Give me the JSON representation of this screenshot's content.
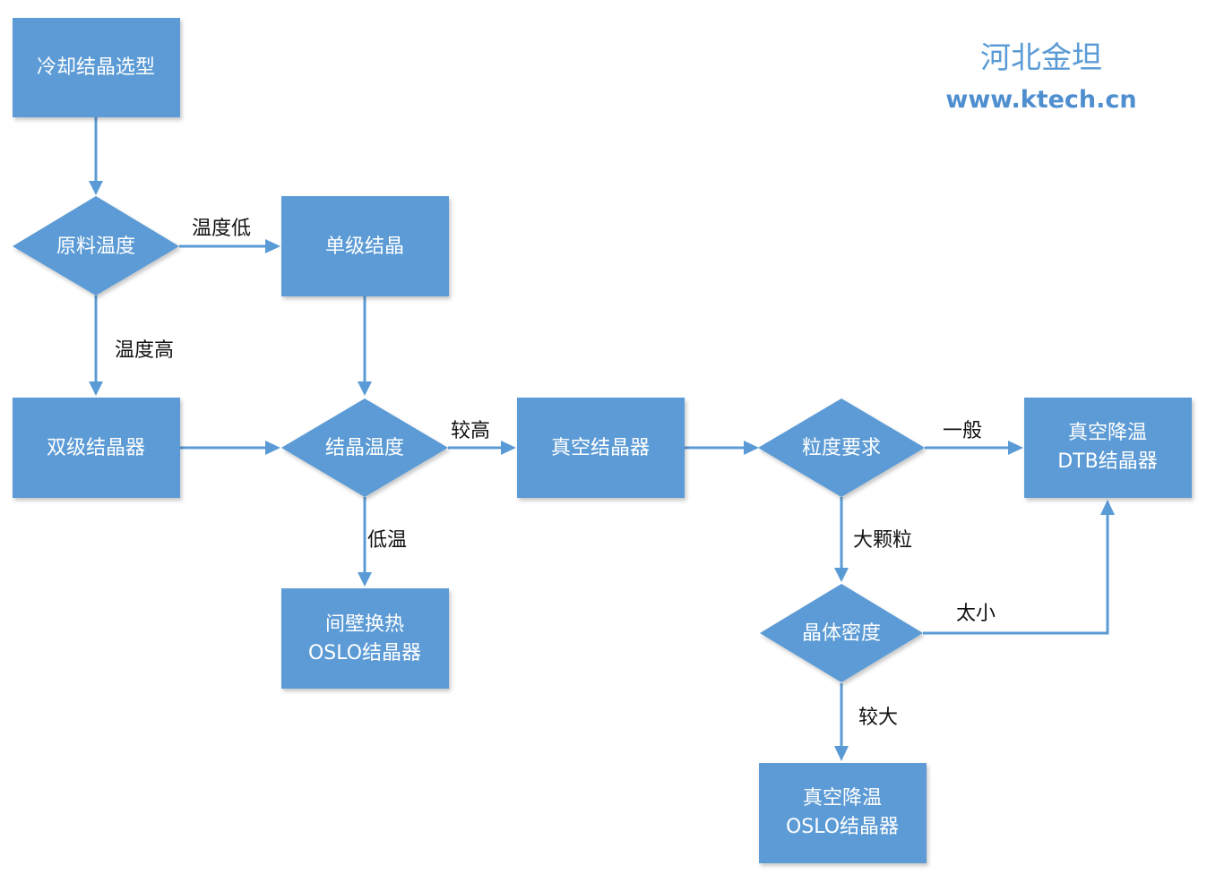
{
  "brand": {
    "name": "河北金坦",
    "url": "www.ktech.cn"
  },
  "colors": {
    "node_fill": "#5b9bd5",
    "edge": "#5b9bd5",
    "label_text": "#111111"
  },
  "nodes": {
    "start": {
      "shape": "rect",
      "lines": [
        "冷却结晶选型"
      ]
    },
    "feed_temp": {
      "shape": "diamond",
      "lines": [
        "原料温度"
      ]
    },
    "single_stage": {
      "shape": "rect",
      "lines": [
        "单级结晶"
      ]
    },
    "double_stage": {
      "shape": "rect",
      "lines": [
        "双级结晶器"
      ]
    },
    "cryst_temp": {
      "shape": "diamond",
      "lines": [
        "结晶温度"
      ]
    },
    "vacuum": {
      "shape": "rect",
      "lines": [
        "真空结晶器"
      ]
    },
    "granularity": {
      "shape": "diamond",
      "lines": [
        "粒度要求"
      ]
    },
    "dtb": {
      "shape": "rect",
      "lines": [
        "真空降温",
        "DTB结晶器"
      ]
    },
    "oslo_wall": {
      "shape": "rect",
      "lines": [
        "间壁换热",
        "OSLO结晶器"
      ]
    },
    "crystal_density": {
      "shape": "diamond",
      "lines": [
        "晶体密度"
      ]
    },
    "oslo_vacuum": {
      "shape": "rect",
      "lines": [
        "真空降温",
        "OSLO结晶器"
      ]
    }
  },
  "edges": [
    {
      "id": "start-feed",
      "from": "start",
      "to": "feed_temp",
      "label": ""
    },
    {
      "id": "feed-single",
      "from": "feed_temp",
      "to": "single_stage",
      "label": "温度低"
    },
    {
      "id": "feed-double",
      "from": "feed_temp",
      "to": "double_stage",
      "label": "温度高"
    },
    {
      "id": "single-cryst",
      "from": "single_stage",
      "to": "cryst_temp",
      "label": ""
    },
    {
      "id": "double-cryst",
      "from": "double_stage",
      "to": "cryst_temp",
      "label": ""
    },
    {
      "id": "cryst-vacuum",
      "from": "cryst_temp",
      "to": "vacuum",
      "label": "较高"
    },
    {
      "id": "cryst-oslo",
      "from": "cryst_temp",
      "to": "oslo_wall",
      "label": "低温"
    },
    {
      "id": "vacuum-gran",
      "from": "vacuum",
      "to": "granularity",
      "label": ""
    },
    {
      "id": "gran-dtb",
      "from": "granularity",
      "to": "dtb",
      "label": "一般"
    },
    {
      "id": "gran-density",
      "from": "granularity",
      "to": "crystal_density",
      "label": "大颗粒"
    },
    {
      "id": "density-dtb",
      "from": "crystal_density",
      "to": "dtb",
      "label": "太小"
    },
    {
      "id": "density-oslo",
      "from": "crystal_density",
      "to": "oslo_vacuum",
      "label": "较大"
    }
  ]
}
